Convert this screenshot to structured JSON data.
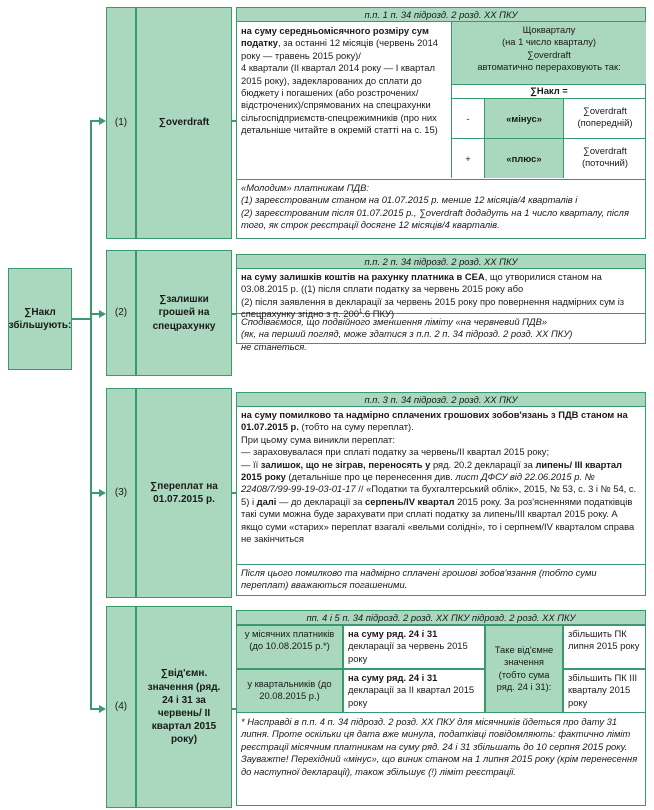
{
  "root": {
    "label": "∑Накл збільшують:"
  },
  "rows": [
    {
      "num": "(1)",
      "label": "∑overdraft",
      "header": "п.п. 1 п. 34 підрозд. 2 розд. XX ПКУ",
      "main_bold1": "на суму середньомісячного розміру сум податку",
      "main_text1": ", за останні 12 місяців (червень 2014 року — травень 2015 року)/",
      "main_text2": "4 квартали (II квартал 2014 року — I квартал 2015 року), задекларованих до сплати до бюджету і погашених (або розстрочених/відстрочених)/спрямованих на спецрахунки сільгоспідприємств-спецрежимників (про них детальніше читайте в окремій статті на с. 15)",
      "side_text1": "Щокварталу",
      "side_text2": "(на 1 число кварталу)",
      "side_text3": "∑overdraft",
      "side_text4": "автоматично перераховують так:",
      "side_formula": "∑Накл =",
      "minus_sign": "-",
      "minus_label": "«мінус»",
      "minus_value": "∑overdraft (попередній)",
      "plus_sign": "+",
      "plus_label": "«плюс»",
      "plus_value": "∑overdraft (поточний)",
      "note_title": "«Молодим» платникам ПДВ:",
      "note_line1": "(1) зареєстрованим станом на 01.07.2015 р. менше 12 місяців/4 кварталів і",
      "note_line2": "(2) зареєстрованим після 01.07.2015 р., ∑overdraft додадуть на 1 число кварталу, після того, як строк реєстрації досягне 12 місяців/4 кварталів."
    },
    {
      "num": "(2)",
      "label": "∑залишки грошей на спецрахунку",
      "header": "п.п. 2 п. 34 підрозд. 2 розд. XX ПКУ",
      "main_bold1": "на суму залишків коштів на рахунку платника в СЕА",
      "main_text1": ", що утворилися станом на 03.08.2015 р. ((1) після сплати податку за червень 2015 року або",
      "main_text2": "(2) після заявлення в декларації за червень 2015 року про повернення надмірних сум із спецрахунку згідно з п. 200",
      "main_sup": "1",
      "main_text3": ".6 ПКУ)",
      "note_line1": "Сподіваємося, що подвійного зменшення ліміту «на червневий ПДВ»",
      "note_line2": "(як, на перший погляд, може здатися з п.п. 2 п. 34 підрозд. 2 розд. XX ПКУ)",
      "note_line3": "не станеться."
    },
    {
      "num": "(3)",
      "label": "∑переплат на 01.07.2015 р.",
      "header": "п.п. 3 п. 34 підрозд. 2 розд. XX ПКУ",
      "main_bold1": "на суму помилково та надмірно сплачених грошових зобов'язань з ПДВ станом на 01.07.2015 р.",
      "main_text1": " (тобто на суму переплат).",
      "main_text2": "При цьому сума виникли переплат:",
      "main_text3": "— зараховувалася при сплаті податку за червень/II квартал 2015 року;",
      "main_text4a": "— її ",
      "main_bold4": "залишок, що не зіграв, переносять у",
      "main_text4b": " ряд. 20.2 декларації за ",
      "main_bold4b": "липень/ III квартал",
      "main_bold4c": " 2015 року",
      "main_text4c": " (детальніше про це перенесення див. ",
      "main_italic4": "лист ДФСУ від 22.06.2015 р. № 22408/7/99-99-19-03-01-17",
      "main_text4d": " // «Податки та бухгалтерський облік», 2015, № 53, с. 3 і № 54, с. 5) і ",
      "main_bold4d": "далі",
      "main_text4e": " — до декларації за ",
      "main_bold4e": "серпень/IV квартал",
      "main_text4f": " 2015 року. За роз'ясненнями податківців такі суми можна буде зарахувати при сплаті податку за липень/III квартал 2015 року. А якщо суми «старих» переплат взагалі «вельми солідні», то і серпнем/IV кварталом справа не закінчиться",
      "note_line1": "Після цього помилково та надмірно сплачені грошові зобов'язання (тобто суми переплат) вважаються погашеними."
    },
    {
      "num": "(4)",
      "label": "∑від'ємн. значення (ряд. 24 і 31 за червень/ II квартал 2015 року)",
      "header": "пп. 4 і 5 п. 34 підрозд. 2 розд. XX ПКУ підрозд. 2 розд. XX ПКУ",
      "monthly_label": "у місячних платників (до 10.08.2015 р.*)",
      "monthly_bold": "на суму ряд. 24 і 31",
      "monthly_text": "декларації за червень 2015 року",
      "quarterly_label": "у квартальників (до 20.08.2015 р.)",
      "quarterly_bold": "на суму ряд. 24 і 31",
      "quarterly_text": "декларації за II квартал 2015 року",
      "middle_label": "Таке від'ємне значення (тобто сума ряд. 24 і 31):",
      "result_monthly": "збільшить ПК липня 2015 року",
      "result_quarterly": "збільшить ПК III кварталу 2015 року",
      "note_line1": "* Насправді в п.п. 4 п. 34 підрозд. 2 розд. XX ПКУ для місячників йдеться про дату 31 липня. Проте оскільки ця дата вже минула, податківці повідомляють: фактично ліміт реєстрації місячним платникам на суму ряд. 24 і 31 збільшать до 10 серпня 2015 року.",
      "note_line2": "Зауважте! Перехідний «мінус», що виник станом на 1 липня 2015 року (крім перенесення до наступної декларації), також збільшує (!) ліміт реєстрації."
    }
  ]
}
